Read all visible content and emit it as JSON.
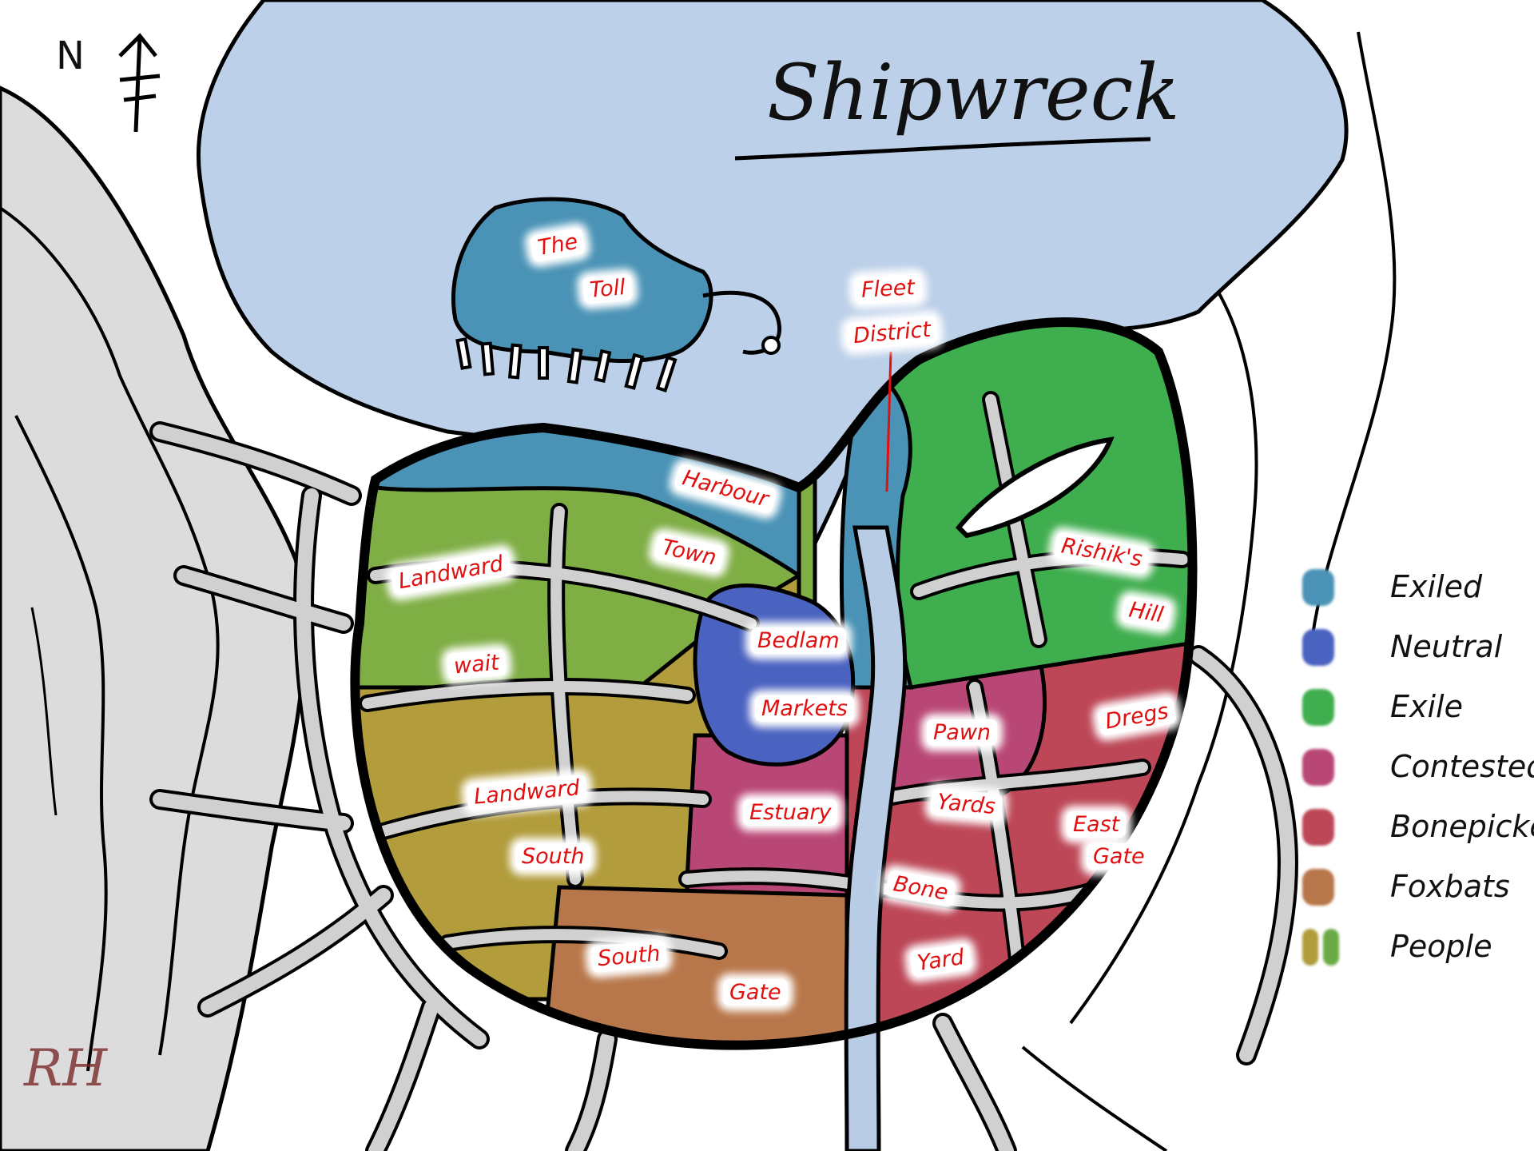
{
  "map": {
    "title": "Shipwreck",
    "compass_label": "N",
    "signature": "RH",
    "colors": {
      "sea": "#bcd0e9",
      "mountain": "#dcdcdc",
      "road": "#d0d0d0",
      "river": "#b8cce6",
      "outline": "#000000",
      "label_text": "#e01010"
    },
    "districts": [
      {
        "label": "The",
        "faction": "Exiled"
      },
      {
        "label": "Toll",
        "faction": "Exiled"
      },
      {
        "label": "Fleet",
        "faction": "Exiled"
      },
      {
        "label": "District",
        "faction": "Exiled"
      },
      {
        "label": "Harbour",
        "faction": "Exiled"
      },
      {
        "label": "Town",
        "faction": "Exiled"
      },
      {
        "label": "Landward",
        "faction": "People"
      },
      {
        "label": "wait",
        "faction": "People"
      },
      {
        "label": "Bedlam",
        "faction": "Neutral"
      },
      {
        "label": "Markets",
        "faction": "Neutral"
      },
      {
        "label": "Rishik's",
        "faction": "Exile"
      },
      {
        "label": "Hill",
        "faction": "Exile"
      },
      {
        "label": "Dregs",
        "faction": "Bonepicker"
      },
      {
        "label": "Pawn",
        "faction": "Contested"
      },
      {
        "label": "Yards",
        "faction": "Contested"
      },
      {
        "label": "Landward",
        "faction": "People"
      },
      {
        "label": "South",
        "faction": "People"
      },
      {
        "label": "Estuary",
        "faction": "Contested"
      },
      {
        "label": "East",
        "faction": "Bonepicker"
      },
      {
        "label": "Gate",
        "faction": "Bonepicker"
      },
      {
        "label": "Bone",
        "faction": "Bonepicker"
      },
      {
        "label": "Yard",
        "faction": "Bonepicker"
      },
      {
        "label": "South",
        "faction": "Foxbats"
      },
      {
        "label": "Gate",
        "faction": "Foxbats"
      }
    ],
    "legend": [
      {
        "label": "Exiled",
        "colors": [
          "#4a93b6"
        ]
      },
      {
        "label": "Neutral",
        "colors": [
          "#4a62c0"
        ]
      },
      {
        "label": "Exile",
        "colors": [
          "#3fae4e"
        ]
      },
      {
        "label": "Contested",
        "colors": [
          "#b94775"
        ]
      },
      {
        "label": "Bonepicker",
        "colors": [
          "#bd4757"
        ]
      },
      {
        "label": "Foxbats",
        "colors": [
          "#b8774a"
        ]
      },
      {
        "label": "People",
        "colors": [
          "#b29c3c",
          "#6aab45"
        ]
      }
    ]
  }
}
